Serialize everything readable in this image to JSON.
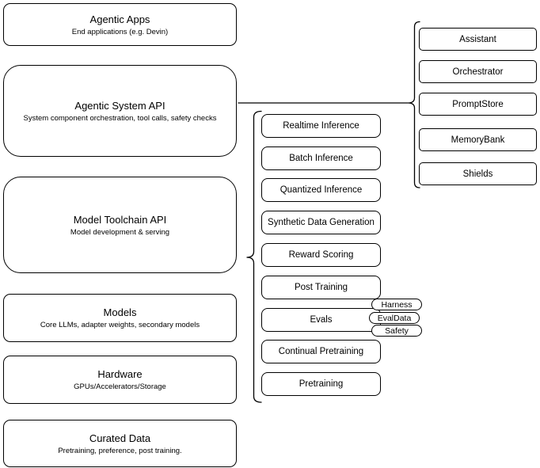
{
  "diagram": {
    "colors": {
      "stroke": "#000000",
      "background": "#ffffff",
      "text": "#000000"
    },
    "layers": [
      {
        "title": "Agentic Apps",
        "subtitle": "End applications (e.g. Devin)"
      },
      {
        "title": "Agentic System API",
        "subtitle": "System component orchestration, tool calls, safety checks"
      },
      {
        "title": "Model Toolchain API",
        "subtitle": "Model development & serving"
      },
      {
        "title": "Models",
        "subtitle": "Core LLMs, adapter weights, secondary models"
      },
      {
        "title": "Hardware",
        "subtitle": "GPUs/Accelerators/Storage"
      },
      {
        "title": "Curated Data",
        "subtitle": "Pretraining, preference, post training."
      }
    ],
    "toolchain_components": [
      {
        "label": "Realtime Inference"
      },
      {
        "label": "Batch Inference"
      },
      {
        "label": "Quantized Inference"
      },
      {
        "label": "Synthetic Data Generation"
      },
      {
        "label": "Reward Scoring"
      },
      {
        "label": "Post Training"
      },
      {
        "label": "Evals"
      },
      {
        "label": "Continual Pretraining"
      },
      {
        "label": "Pretraining"
      }
    ],
    "eval_tags": [
      {
        "label": "Harness"
      },
      {
        "label": "EvalData"
      },
      {
        "label": "Safety"
      }
    ],
    "system_components": [
      {
        "label": "Assistant"
      },
      {
        "label": "Orchestrator"
      },
      {
        "label": "PromptStore"
      },
      {
        "label": "MemoryBank"
      },
      {
        "label": "Shields"
      }
    ]
  }
}
